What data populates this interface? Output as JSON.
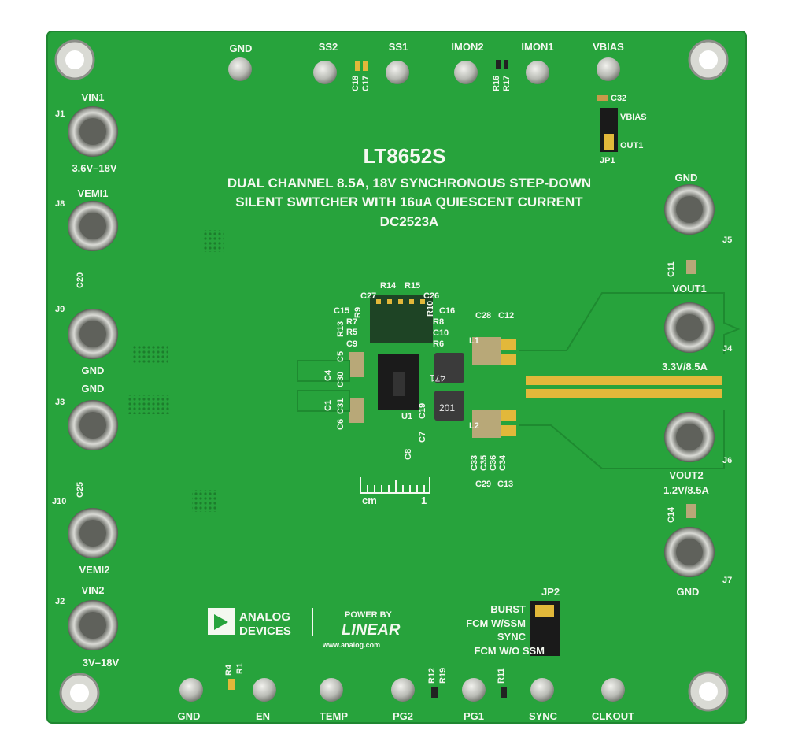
{
  "board": {
    "part_number": "LT8652S",
    "description_line1": "DUAL CHANNEL 8.5A, 18V SYNCHRONOUS STEP-DOWN",
    "description_line2": "SILENT SWITCHER WITH 16uA QUIESCENT CURRENT",
    "board_id": "DC2523A",
    "colors": {
      "pcb": "#27a33c",
      "silk": "#f4f8f0",
      "gold": "#e2b83a",
      "metal": "#b9bbb5"
    }
  },
  "connectors_left": {
    "j1": {
      "ref": "J1",
      "name": "VIN1",
      "range": "3.6V–18V"
    },
    "j8": {
      "ref": "J8",
      "name": "VEMI1"
    },
    "j9": {
      "ref": "J9",
      "name": "GND"
    },
    "j3": {
      "ref": "J3",
      "name": "GND"
    },
    "j10": {
      "ref": "J10",
      "name": "VEMI2"
    },
    "j2": {
      "ref": "J2",
      "name": "VIN2",
      "range": "3V–18V"
    }
  },
  "connectors_right": {
    "j5": {
      "ref": "J5",
      "name": "GND"
    },
    "j4": {
      "ref": "J4",
      "name": "VOUT1",
      "rating": "3.3V/8.5A"
    },
    "j6": {
      "ref": "J6",
      "name": "VOUT2",
      "rating": "1.2V/8.5A"
    },
    "j7": {
      "ref": "J7",
      "name": "GND"
    }
  },
  "top_pins": {
    "gnd": "GND",
    "ss2": "SS2",
    "ss1": "SS1",
    "imon2": "IMON2",
    "imon1": "IMON1",
    "vbias": "VBIAS",
    "caps_ss": [
      "C18",
      "C17"
    ],
    "res_imon": [
      "R16",
      "R17"
    ],
    "c32": "C32"
  },
  "jp1": {
    "ref": "JP1",
    "label_top": "VBIAS",
    "label_bottom": "OUT1"
  },
  "jp2": {
    "ref": "JP2",
    "options": [
      "BURST",
      "FCM W/SSM",
      "SYNC",
      "FCM W/O SSM"
    ]
  },
  "bottom_pins": {
    "gnd": "GND",
    "en": "EN",
    "temp": "TEMP",
    "pg2": "PG2",
    "pg1": "PG1",
    "sync": "SYNC",
    "clkout": "CLKOUT",
    "r4": "R4",
    "r1": "R1",
    "r12": "R12",
    "r19": "R19",
    "r11": "R11"
  },
  "components": {
    "u1": "U1",
    "l1": "L1",
    "l2": "L2",
    "l1_code": "471",
    "l2_code": "201",
    "c20": "C20",
    "c25": "C25",
    "c11": "C11",
    "c14": "C14",
    "r14": "R14",
    "r15": "R15",
    "c27": "C27",
    "c26": "C26",
    "c15": "C15",
    "r9": "R9",
    "r10": "R10",
    "c16": "C16",
    "r13": "R13",
    "r7": "R7",
    "r5": "R5",
    "r8": "R8",
    "c10": "C10",
    "c9": "C9",
    "r6": "R6",
    "c4": "C4",
    "c5": "C5",
    "c30": "C30",
    "c1": "C1",
    "c6": "C6",
    "c31": "C31",
    "c19": "C19",
    "c8": "C8",
    "c7": "C7",
    "c28": "C28",
    "c12": "C12",
    "c33": "C33",
    "c35": "C35",
    "c36": "C36",
    "c34": "C34",
    "c29": "C29",
    "c13": "C13"
  },
  "ruler": {
    "unit": "cm",
    "mark": "1"
  },
  "logos": {
    "analog_line1": "ANALOG",
    "analog_line2": "DEVICES",
    "power_by": "POWER BY",
    "linear": "LINEAR",
    "website": "www.analog.com"
  }
}
